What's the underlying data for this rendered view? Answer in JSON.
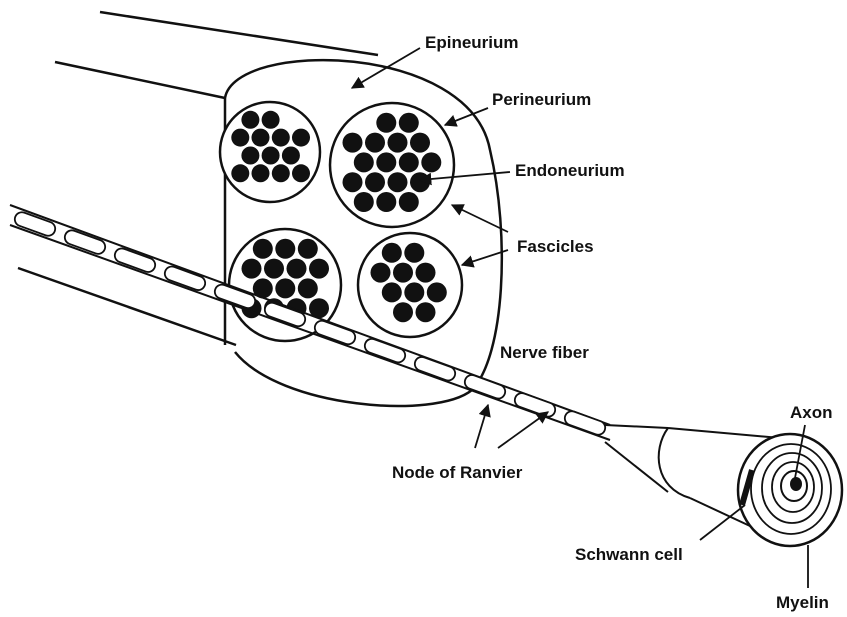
{
  "labels": {
    "epineurium": "Epineurium",
    "perineurium": "Perineurium",
    "endoneurium": "Endoneurium",
    "fascicles": "Fascicles",
    "nerve_fiber": "Nerve fiber",
    "node_of_ranvier": "Node of Ranvier",
    "schwann_cell": "Schwann cell",
    "axon": "Axon",
    "myelin": "Myelin"
  },
  "colors": {
    "ink": "#111111",
    "background": "#ffffff"
  }
}
